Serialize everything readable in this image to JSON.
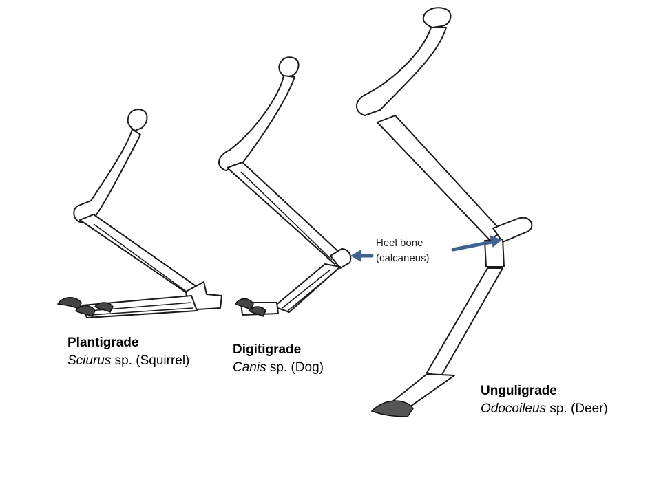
{
  "callout": {
    "line1": "Heel bone",
    "line2": "(calcaneus)",
    "arrow_color": "#3f6290"
  },
  "legs": [
    {
      "id": "plantigrade",
      "name": "Plantigrade",
      "genus": "Sciurus",
      "rest": " sp. (Squirrel)"
    },
    {
      "id": "digitigrade",
      "name": "Digitigrade",
      "genus": "Canis",
      "rest": " sp. (Dog)"
    },
    {
      "id": "unguligrade",
      "name": "Unguligrade",
      "genus": "Odocoileus",
      "rest": " sp. (Deer)"
    }
  ]
}
